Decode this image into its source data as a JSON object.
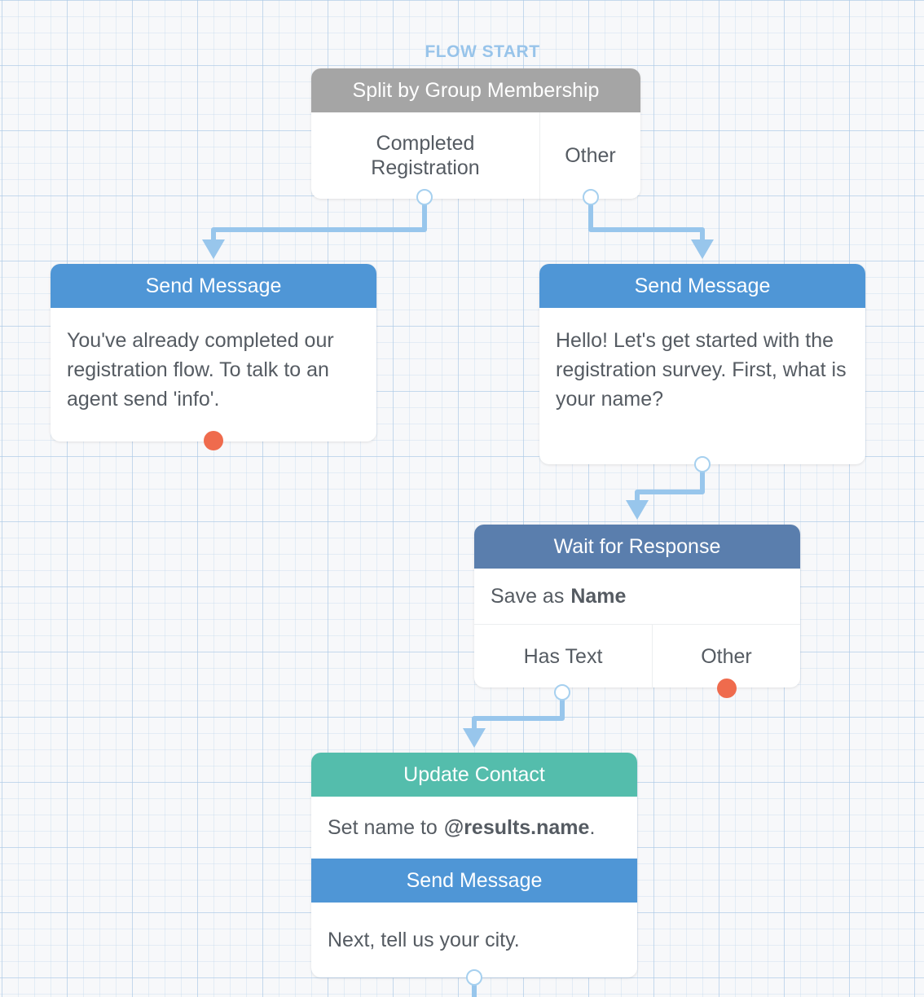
{
  "flow_start_label": "FLOW START",
  "colors": {
    "split_header": "#a5a5a5",
    "send_message_header": "#4f96d6",
    "wait_header": "#5a7ead",
    "update_header": "#54bdac",
    "wire": "#98c6ec",
    "dead_end": "#ef6b4d"
  },
  "split_node": {
    "title": "Split by Group Membership",
    "exits": [
      "Completed Registration",
      "Other"
    ]
  },
  "send_left": {
    "title": "Send Message",
    "text": "You've already completed our registration flow. To talk to an agent send 'info'."
  },
  "send_right": {
    "title": "Send Message",
    "text": "Hello! Let's get started with the registration survey. First, what is your name?"
  },
  "wait_node": {
    "title": "Wait for Response",
    "save_prefix": "Save as",
    "save_name": "Name",
    "exits": [
      "Has Text",
      "Other"
    ]
  },
  "update_node": {
    "title": "Update Contact",
    "set_prefix": "Set name to",
    "set_value": "@results.name",
    "set_suffix": ".",
    "send_title": "Send Message",
    "send_text": "Next, tell us your city."
  }
}
